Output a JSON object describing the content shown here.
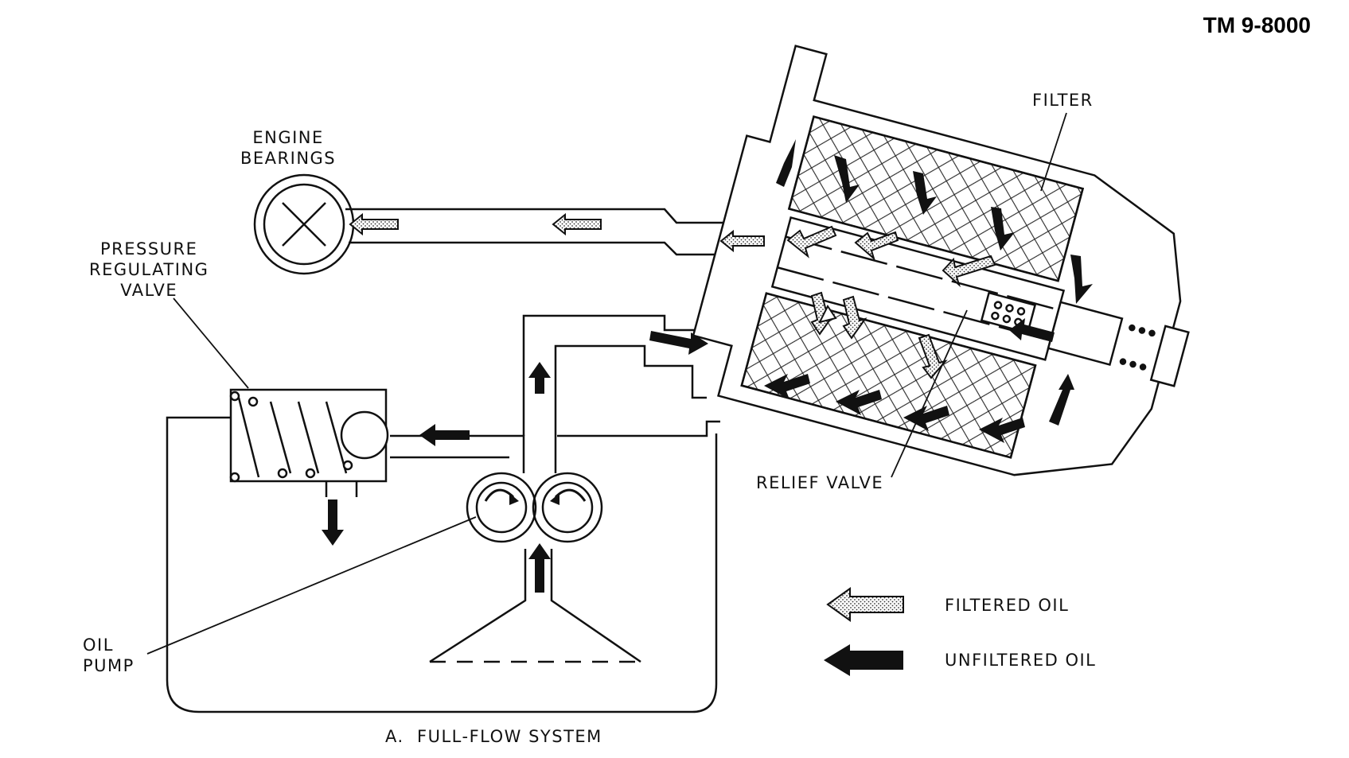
{
  "document_id": "TM 9-8000",
  "labels": {
    "engine_bearings": [
      "ENGINE",
      "BEARINGS"
    ],
    "pressure_regulating_valve": [
      "PRESSURE",
      "REGULATING",
      "VALVE"
    ],
    "filter": "FILTER",
    "relief_valve": "RELIEF VALVE",
    "oil_pump": [
      "OIL",
      "PUMP"
    ]
  },
  "legend": {
    "filtered": "FILTERED OIL",
    "unfiltered": "UNFILTERED OIL"
  },
  "caption": "A.  FULL-FLOW SYSTEM",
  "colors": {
    "ink": "#111111",
    "paper": "#ffffff"
  },
  "icons": [
    "filtered-oil-arrow-icon",
    "unfiltered-oil-arrow-icon"
  ]
}
